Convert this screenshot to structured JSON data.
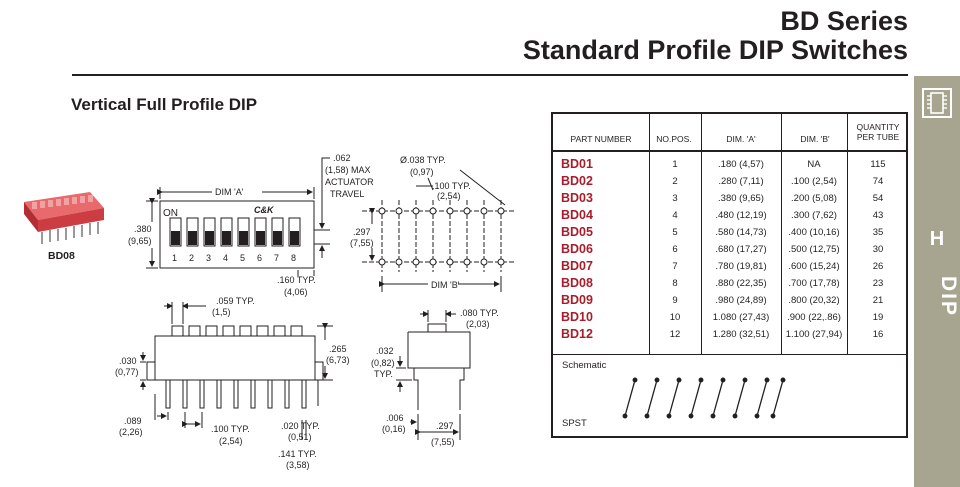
{
  "header": {
    "title_line1": "BD Series",
    "title_line2": "Standard Profile DIP Switches",
    "section_title": "Vertical Full Profile DIP"
  },
  "side_tab": {
    "letter": "H",
    "category": "DIP",
    "color": "#a7a58f",
    "icon": "dip-chip-icon"
  },
  "photo": {
    "label": "BD08",
    "color": "#d9474b"
  },
  "drawings": {
    "top_view": {
      "dim_a": "DIM 'A'",
      "on_label": "ON",
      "logo": "C&K",
      "switch_numbers": [
        "1",
        "2",
        "3",
        "4",
        "5",
        "6",
        "7",
        "8"
      ],
      "height_in": ".380",
      "height_mm": "(9,65)",
      "actuator_note": [
        ".062",
        "(1,58) MAX",
        "ACTUATOR",
        "TRAVEL"
      ],
      "pitch_in": ".160 TYP.",
      "pitch_mm": "(4,06)"
    },
    "hole_pattern": {
      "dia_in": "Ø.038 TYP.",
      "dia_mm": "(0,97)",
      "pitch_in": ".100 TYP.",
      "pitch_mm": "(2,54)",
      "row_in": ".297",
      "row_mm": "(7,55)",
      "dim_b": "DIM 'B'"
    },
    "side_view": {
      "top_in": ".059 TYP.",
      "top_mm": "(1,5)",
      "height_in": ".265",
      "height_mm": "(6,73)",
      "standoff_in": ".030",
      "standoff_mm": "(0,77)",
      "edge_in": ".089",
      "edge_mm": "(2,26)",
      "pitch_in": ".100 TYP.",
      "pitch_mm": "(2,54)",
      "pin_w_in": ".020 TYP.",
      "pin_w_mm": "(0,51)",
      "pin_len_in": ".141 TYP.",
      "pin_len_mm": "(3,58)"
    },
    "end_view": {
      "act_in": ".080 TYP.",
      "act_mm": "(2,03)",
      "standoff_in": ".032",
      "standoff_mm": "(0,82)",
      "standoff_note": "TYP.",
      "lead_in": ".006",
      "lead_mm": "(0,16)",
      "row_in": ".297",
      "row_mm": "(7,55)"
    }
  },
  "table": {
    "columns": [
      "PART NUMBER",
      "NO.POS.",
      "DIM. 'A'",
      "DIM. 'B'",
      "QUANTITY PER TUBE"
    ],
    "rows": [
      {
        "part": "BD01",
        "pos": "1",
        "dim_a": ".180 (4,57)",
        "dim_b": "NA",
        "qty": "115"
      },
      {
        "part": "BD02",
        "pos": "2",
        "dim_a": ".280 (7,11)",
        "dim_b": ".100 (2,54)",
        "qty": "74"
      },
      {
        "part": "BD03",
        "pos": "3",
        "dim_a": ".380 (9,65)",
        "dim_b": ".200 (5,08)",
        "qty": "54"
      },
      {
        "part": "BD04",
        "pos": "4",
        "dim_a": ".480 (12,19)",
        "dim_b": ".300 (7,62)",
        "qty": "43"
      },
      {
        "part": "BD05",
        "pos": "5",
        "dim_a": ".580 (14,73)",
        "dim_b": ".400 (10,16)",
        "qty": "35"
      },
      {
        "part": "BD06",
        "pos": "6",
        "dim_a": ".680 (17,27)",
        "dim_b": ".500 (12,75)",
        "qty": "30"
      },
      {
        "part": "BD07",
        "pos": "7",
        "dim_a": ".780 (19,81)",
        "dim_b": ".600 (15,24)",
        "qty": "26"
      },
      {
        "part": "BD08",
        "pos": "8",
        "dim_a": ".880 (22,35)",
        "dim_b": ".700 (17,78)",
        "qty": "23"
      },
      {
        "part": "BD09",
        "pos": "9",
        "dim_a": ".980 (24,89)",
        "dim_b": ".800 (20,32)",
        "qty": "21"
      },
      {
        "part": "BD10",
        "pos": "10",
        "dim_a": "1.080 (27,43)",
        "dim_b": ".900 (22,.86)",
        "qty": "19"
      },
      {
        "part": "BD12",
        "pos": "12",
        "dim_a": "1.280 (32,51)",
        "dim_b": "1.100 (27,94)",
        "qty": "16"
      }
    ],
    "part_color": "#a81d2b",
    "schematic_label": "Schematic",
    "schematic_type": "SPST"
  }
}
